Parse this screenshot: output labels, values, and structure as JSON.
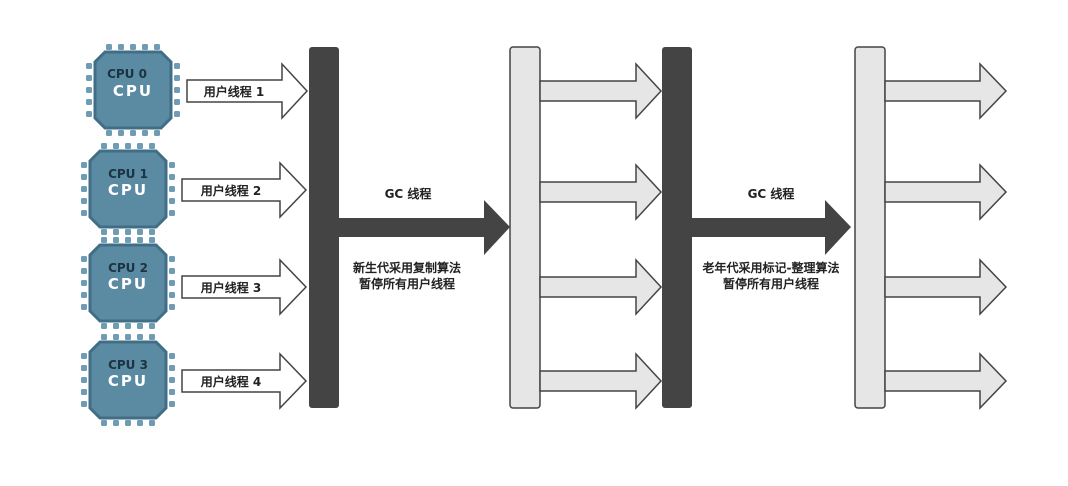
{
  "cpus": [
    {
      "label": "CPU 0",
      "chip_text": "CPU"
    },
    {
      "label": "CPU 1",
      "chip_text": "CPU"
    },
    {
      "label": "CPU 2",
      "chip_text": "CPU"
    },
    {
      "label": "CPU 3",
      "chip_text": "CPU"
    }
  ],
  "threads": [
    {
      "label": "用户线程 1"
    },
    {
      "label": "用户线程 2"
    },
    {
      "label": "用户线程 3"
    },
    {
      "label": "用户线程 4"
    }
  ],
  "gc_phases": [
    {
      "title": "GC 线程",
      "line1": "新生代采用复制算法",
      "line2": "暂停所有用户线程"
    },
    {
      "title": "GC 线程",
      "line1": "老年代采用标记-整理算法",
      "line2": "暂停所有用户线程"
    }
  ],
  "colors": {
    "chip_fill": "#5b8aa3",
    "chip_border": "#3f6e86",
    "chip_pins": "#6f9bb3",
    "dark_bar": "#444444",
    "light_bar": "#e6e6e6",
    "outline": "#444444"
  }
}
